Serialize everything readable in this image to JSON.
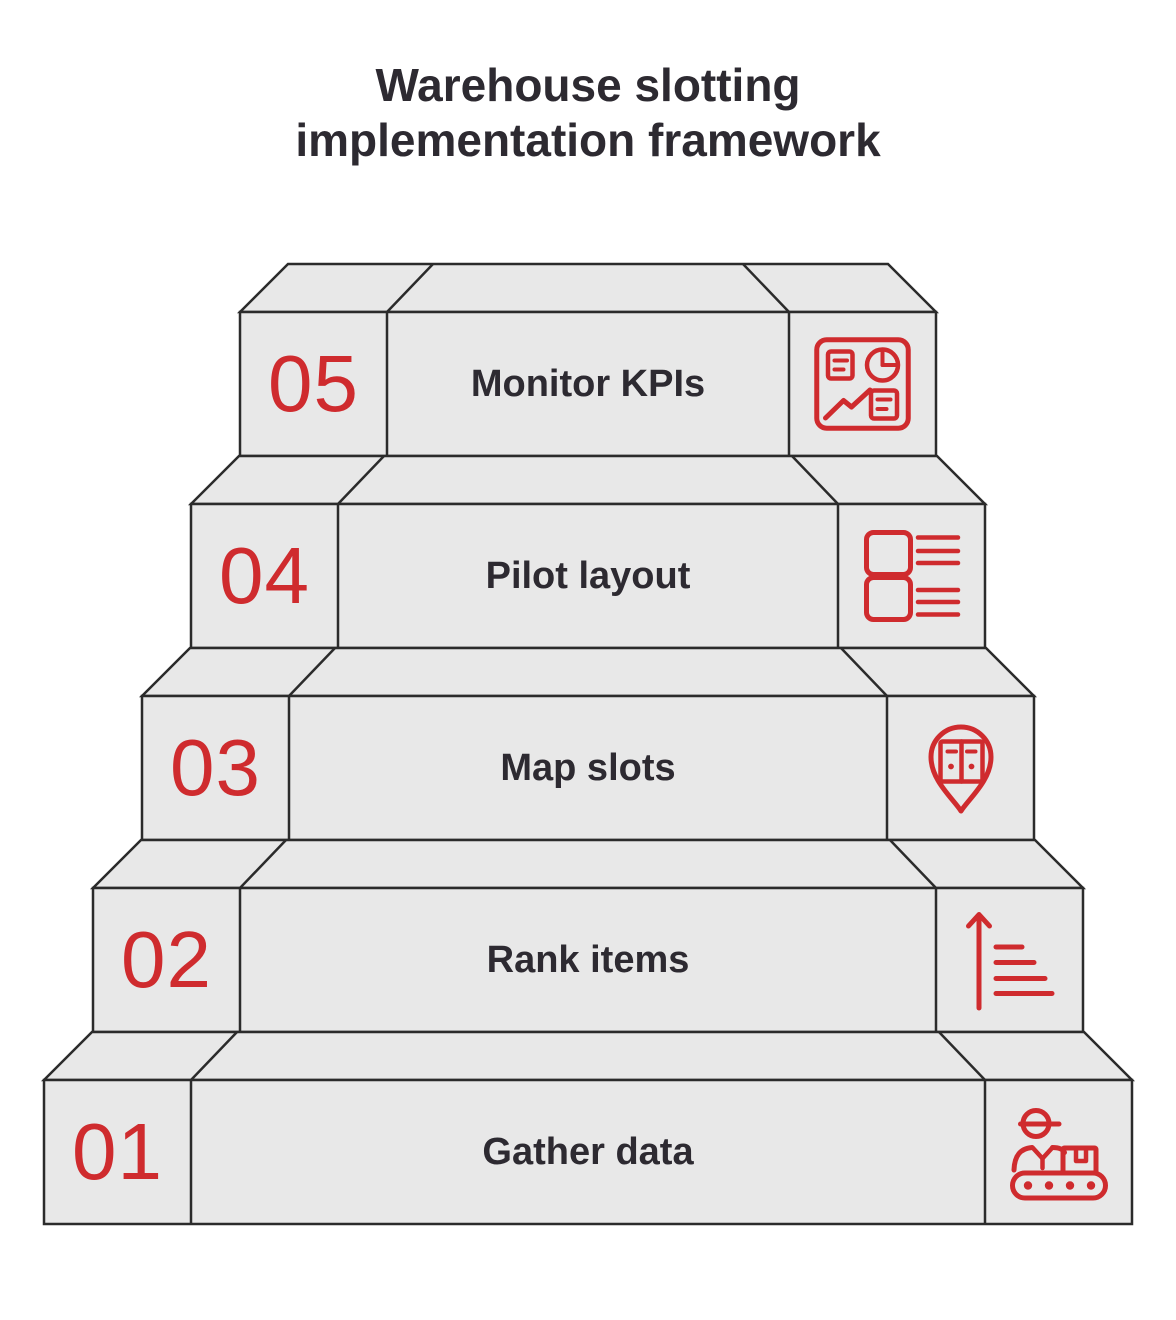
{
  "title": {
    "line1": "Warehouse slotting",
    "line2": "implementation framework"
  },
  "steps": [
    {
      "number": "01",
      "label": "Gather data",
      "icon": "worker-conveyor-icon"
    },
    {
      "number": "02",
      "label": "Rank items",
      "icon": "ranking-arrow-icon"
    },
    {
      "number": "03",
      "label": "Map slots",
      "icon": "location-pin-slots-icon"
    },
    {
      "number": "04",
      "label": "Pilot layout",
      "icon": "layout-list-icon"
    },
    {
      "number": "05",
      "label": "Monitor KPIs",
      "icon": "kpi-dashboard-icon"
    }
  ],
  "colors": {
    "accent_red": "#cf2b2e",
    "outline": "#2b2b2b",
    "face_fill": "#e8e8e8",
    "text_dark": "#2d2a31",
    "background": "#ffffff"
  }
}
